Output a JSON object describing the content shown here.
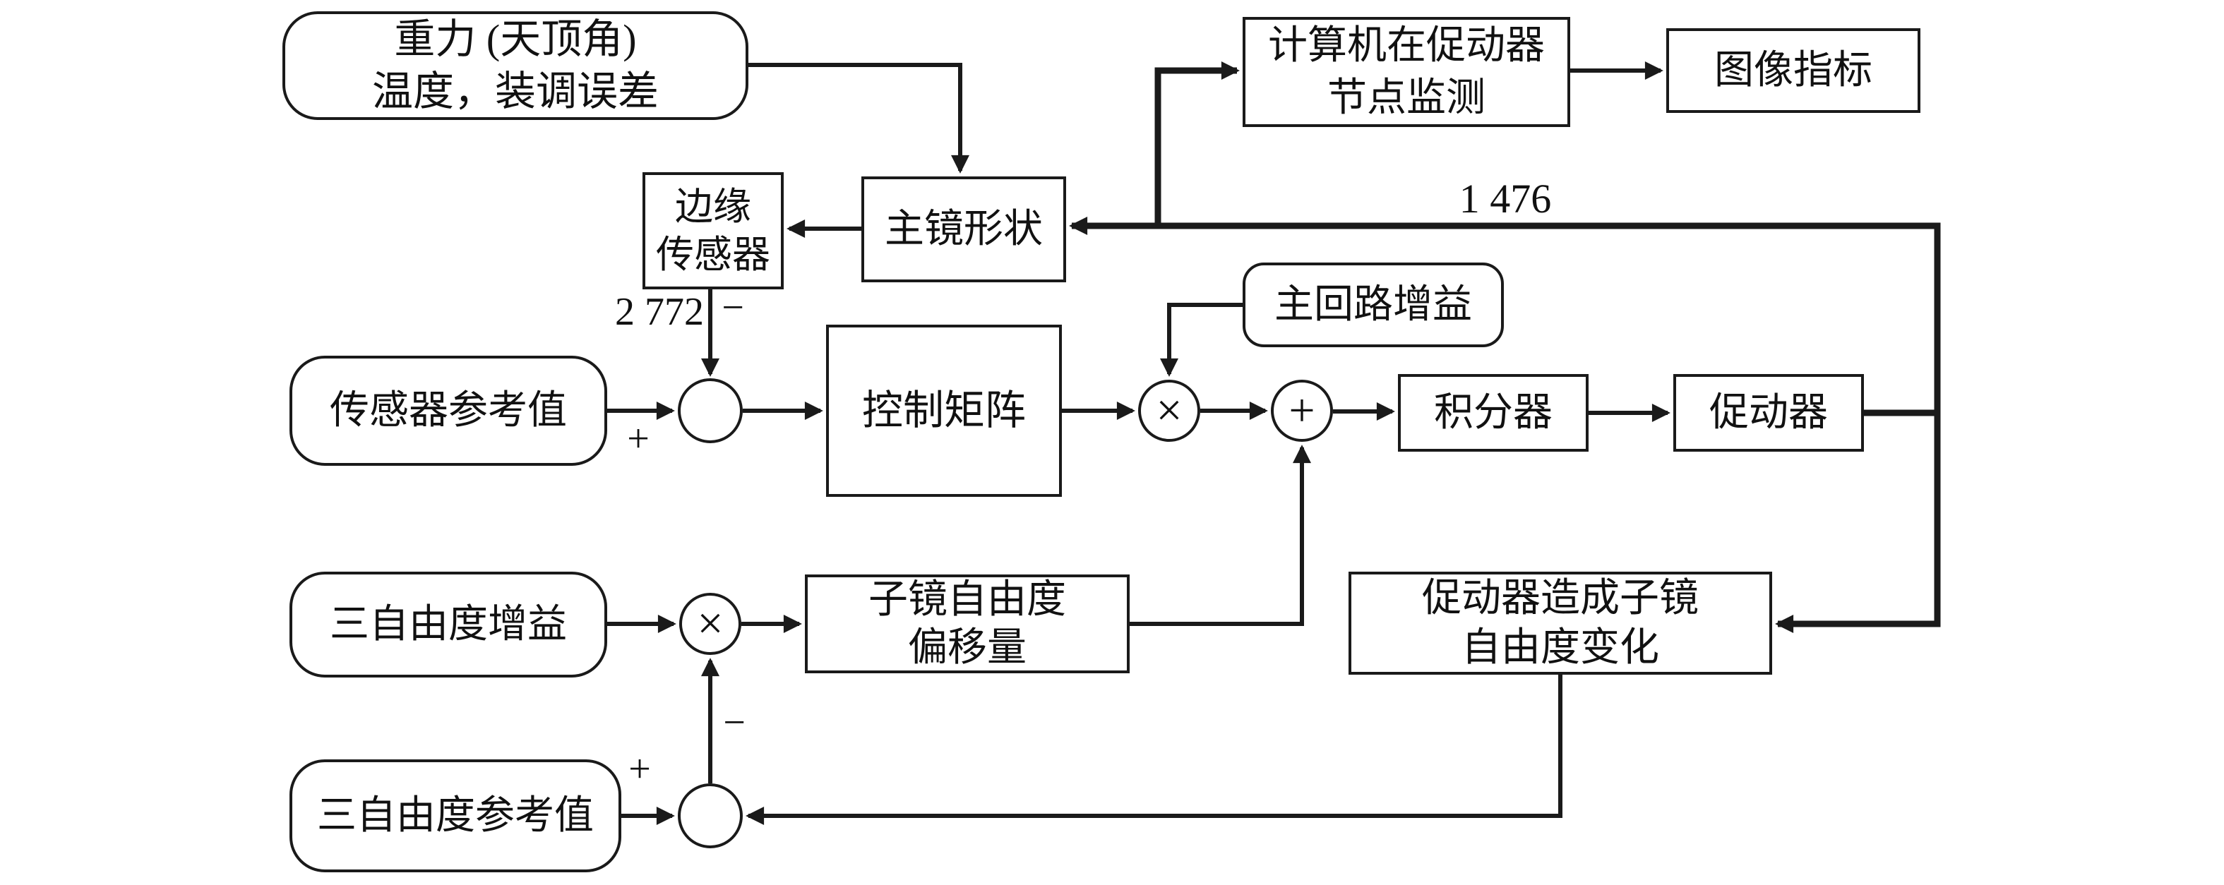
{
  "nodes": {
    "gravity": {
      "lines": [
        "重力 (天顶角)",
        "温度，装调误差"
      ]
    },
    "edge_sensor": {
      "lines": [
        "边缘",
        "传感器"
      ]
    },
    "mirror_shape": {
      "label": "主镜形状"
    },
    "computer_monitor": {
      "lines": [
        "计算机在促动器",
        "节点监测"
      ]
    },
    "image_metric": {
      "label": "图像指标"
    },
    "sensor_ref": {
      "label": "传感器参考值"
    },
    "control_matrix": {
      "label": "控制矩阵"
    },
    "main_loop_gain": {
      "label": "主回路增益"
    },
    "integrator": {
      "label": "积分器"
    },
    "actuator": {
      "label": "促动器"
    },
    "dof_gain": {
      "label": "三自由度增益"
    },
    "dof_offset": {
      "lines": [
        "子镜自由度",
        "偏移量"
      ]
    },
    "actuator_effect": {
      "lines": [
        "促动器造成子镜",
        "自由度变化"
      ]
    },
    "dof_ref": {
      "label": "三自由度参考值"
    }
  },
  "operators": {
    "multiply": "×",
    "plus": "+"
  },
  "annotations": {
    "edge_sensor_count": "2 772",
    "edge_sensor_sign": "−",
    "sensor_ref_sign": "+",
    "actuator_count": "1 476",
    "dof_feedback_sign": "−",
    "dof_ref_sign": "+"
  },
  "colors": {
    "line": "#1a1a1a",
    "background": "#ffffff"
  }
}
